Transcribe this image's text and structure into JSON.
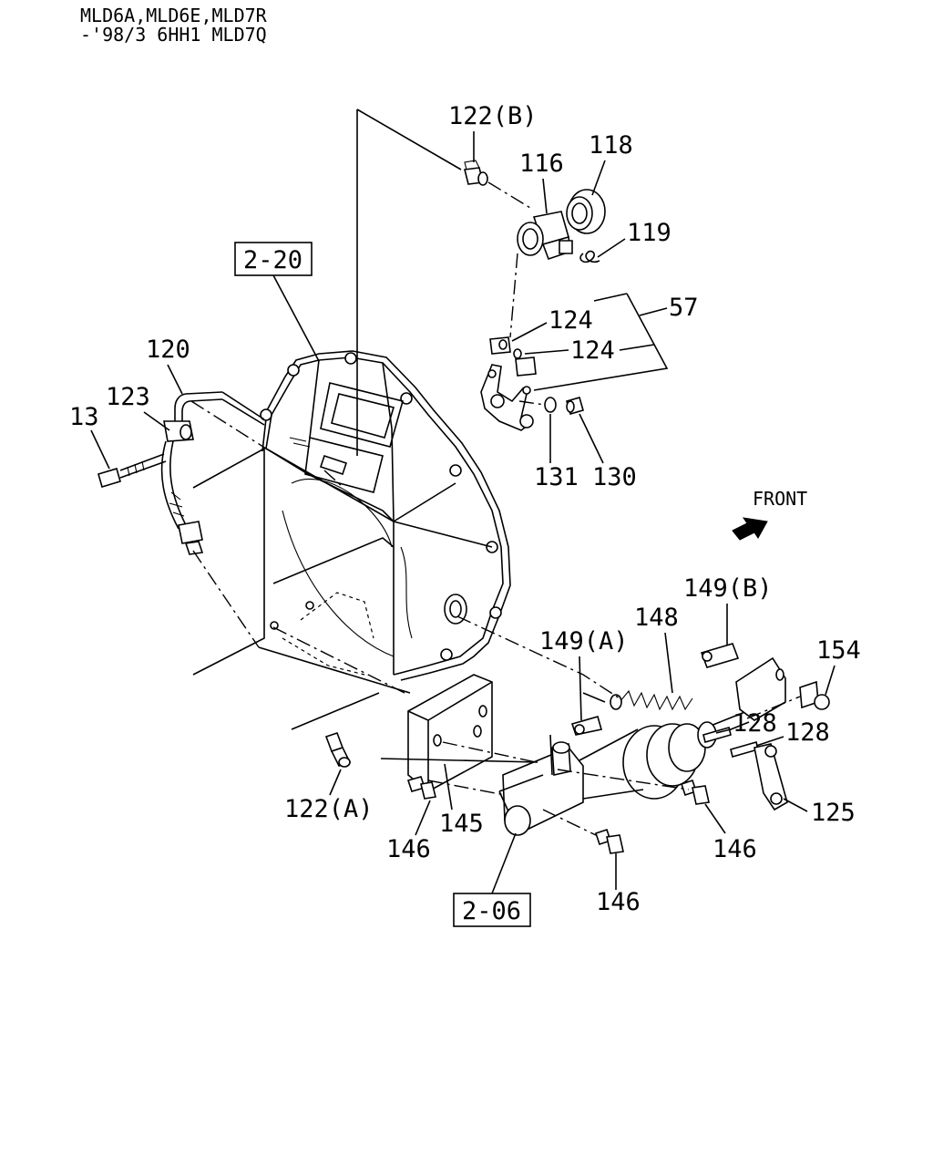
{
  "header": {
    "line1": "MLD6A,MLD6E,MLD7R",
    "line2": "-'98/3 6HH1 MLD7Q"
  },
  "direction": {
    "label": "FRONT"
  },
  "refs": {
    "housing": "2-20",
    "cylinder": "2-06"
  },
  "callouts": {
    "c122b": "122(B)",
    "c116": "116",
    "c118": "118",
    "c119": "119",
    "c57": "57",
    "c124a": "124",
    "c124b": "124",
    "c131": "131",
    "c130": "130",
    "c120": "120",
    "c123": "123",
    "c13": "13",
    "c149b": "149(B)",
    "c148": "148",
    "c149a": "149(A)",
    "c154": "154",
    "c128a": "128",
    "c128b": "128",
    "c125": "125",
    "c122a": "122(A)",
    "c146a": "146",
    "c145": "145",
    "c146b": "146",
    "c146c": "146"
  }
}
